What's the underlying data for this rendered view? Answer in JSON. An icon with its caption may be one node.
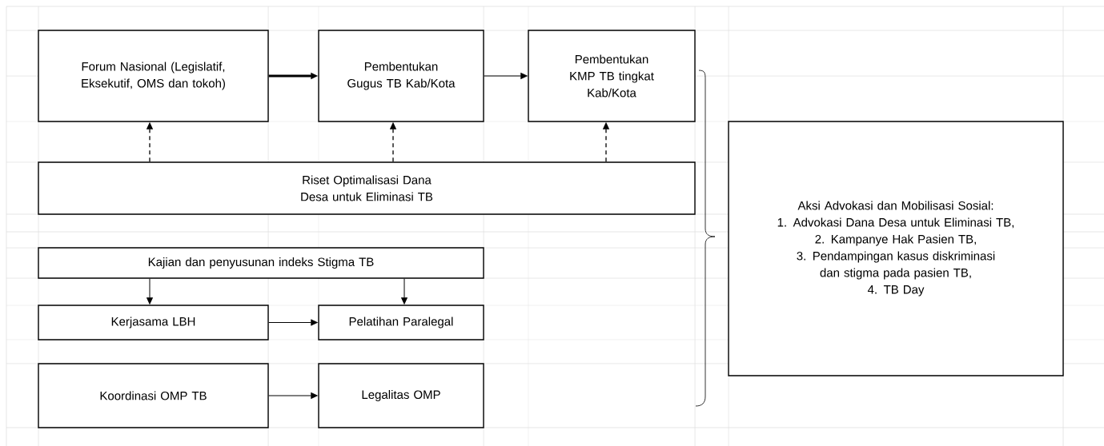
{
  "diagram": {
    "nodes": [
      {
        "text": [
          "Forum Nasional (Legislatif, Eksekutif, OMS dan tokoh)"
        ]
      },
      {
        "text": [
          "Pembentukan Gugus TB Kab/Kota"
        ]
      },
      {
        "text": [
          "Pembentukan KMP TB tingkat Kab/Kota"
        ]
      },
      {
        "text": [
          "Riset Optimalisasi Dana Desa untuk Eliminasi TB"
        ]
      },
      {
        "text": [
          "Kajian dan penyusunan indeks Stigma TB"
        ]
      },
      {
        "text": [
          "Kerjasama LBH"
        ]
      },
      {
        "text": [
          "Pelatihan Paralegal"
        ]
      },
      {
        "text": [
          "Koordinasi OMP TB"
        ]
      },
      {
        "text": [
          "Legalitas OMP"
        ]
      },
      {
        "text": [
          "Aksi Advokasi dan Mobilisasi Sosial:",
          "1. Advokasi Dana Desa untuk Eliminasi TB,",
          "2. Kampanye Hak Pasien TB,",
          "3. Pendampingan kasus diskriminasi dan stigma pada pasien TB,",
          "4. TB Day"
        ]
      }
    ],
    "edges": [
      {
        "from": 0,
        "to": 1,
        "arrow": "to",
        "style": "thick"
      },
      {
        "from": 1,
        "to": 2,
        "arrow": "to"
      },
      {
        "from": 3,
        "to": 0,
        "arrow": "to",
        "style": "dashed"
      },
      {
        "from": 3,
        "to": 1,
        "arrow": "to",
        "style": "dashed"
      },
      {
        "from": 3,
        "to": 2,
        "arrow": "to",
        "style": "dashed"
      },
      {
        "from": 4,
        "to": 5,
        "arrow": "to"
      },
      {
        "from": 4,
        "to": 6,
        "arrow": "to"
      },
      {
        "from": 5,
        "to": 6,
        "arrow": "to"
      },
      {
        "from": 7,
        "to": 8,
        "arrow": "to"
      }
    ]
  }
}
